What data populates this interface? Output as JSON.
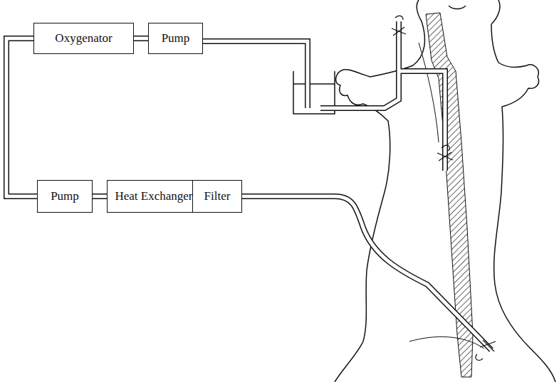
{
  "diagram": {
    "nodes": [
      {
        "text": [
          "Oxygenator"
        ]
      },
      {
        "text": [
          "Pump"
        ]
      },
      {
        "text": [
          "Pump"
        ]
      },
      {
        "text": [
          "Heat Exchanger"
        ]
      },
      {
        "text": [
          "Filter"
        ]
      }
    ],
    "edges": [
      {
        "from": 0,
        "to": 1,
        "arrow": "none"
      },
      {
        "from": 0,
        "to": 2,
        "arrow": "none"
      },
      {
        "from": 2,
        "to": 3,
        "arrow": "none"
      },
      {
        "from": 3,
        "to": 4,
        "arrow": "none"
      }
    ]
  }
}
